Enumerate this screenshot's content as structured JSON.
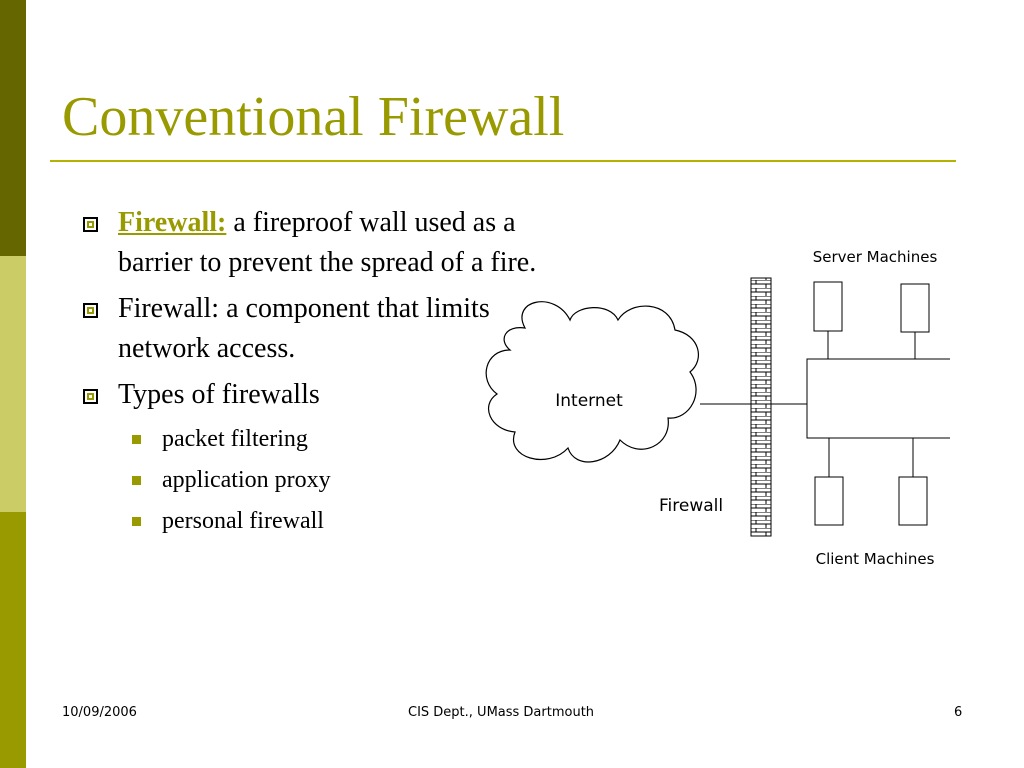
{
  "slide": {
    "title": "Conventional Firewall",
    "accent_color": "#999900",
    "band_colors": [
      "#666600",
      "#cccc66",
      "#999900"
    ]
  },
  "bullets": [
    {
      "term": "Firewall:",
      "text": " a fireproof wall used as a barrier to prevent the spread of a fire."
    },
    {
      "text": "Firewall: a component that limits network access."
    },
    {
      "text": "Types of firewalls",
      "sub": [
        "packet filtering",
        "application proxy",
        "personal firewall"
      ]
    }
  ],
  "diagram": {
    "internet_label": "Internet",
    "firewall_label": "Firewall",
    "server_label": "Server Machines",
    "client_label": "Client Machines"
  },
  "footer": {
    "date": "10/09/2006",
    "center": "CIS Dept., UMass Dartmouth",
    "page": "6"
  }
}
